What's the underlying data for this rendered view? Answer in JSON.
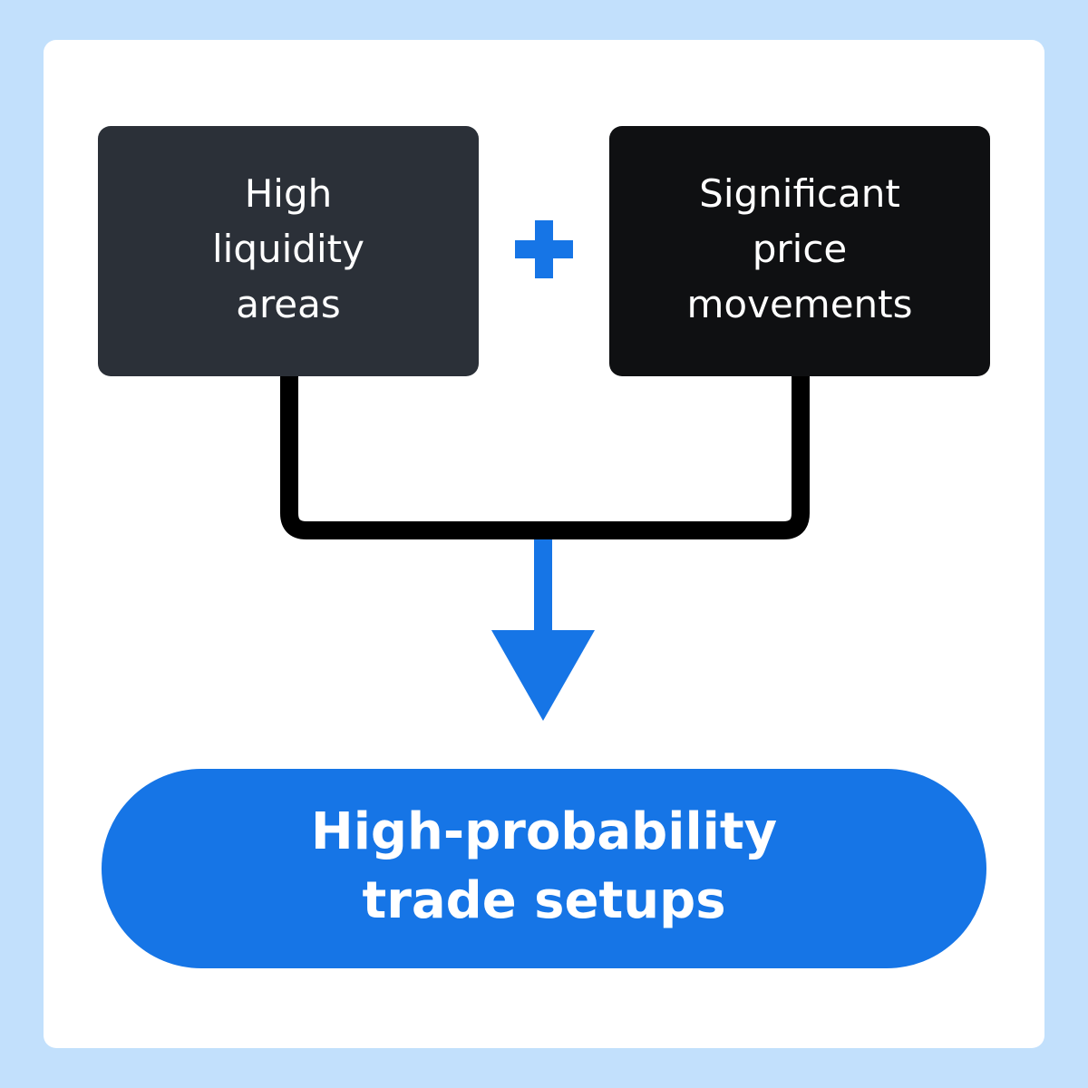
{
  "colors": {
    "page_background": "#c2e0fc",
    "card_background": "#ffffff",
    "left_box": "#2b3038",
    "right_box": "#0f1012",
    "connector": "#000000",
    "accent_blue": "#1675e6",
    "text": "#ffffff"
  },
  "nodes": {
    "left": {
      "label": "High\nliquidity\nareas"
    },
    "right": {
      "label": "Significant\nprice\nmovements"
    },
    "result": {
      "label": "High-probability\ntrade setups"
    }
  },
  "operator": {
    "icon": "plus-icon"
  },
  "flow": {
    "icon": "arrow-down-icon"
  }
}
